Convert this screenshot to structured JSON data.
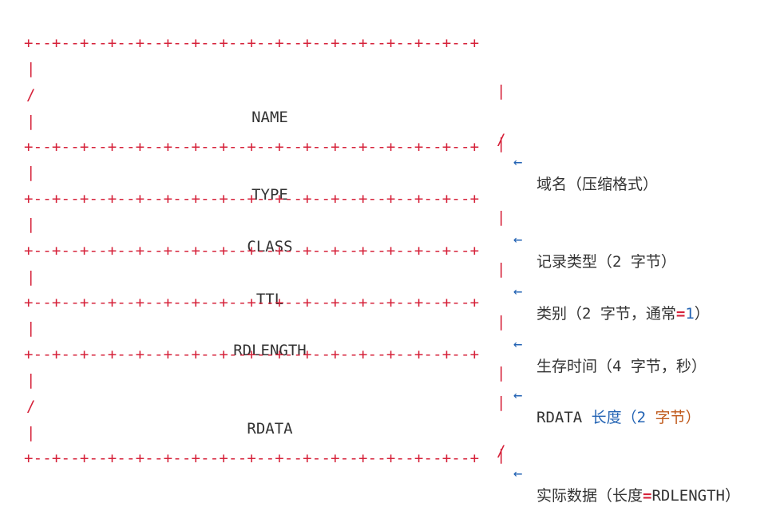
{
  "border": "+--+--+--+--+--+--+--+--+--+--+--+--+--+--+--+--+",
  "fields": {
    "name": "NAME",
    "type": "TYPE",
    "class": "CLASS",
    "ttl": "TTL",
    "rdlength": "RDLENGTH",
    "rdata": "RDATA"
  },
  "pipe": "|",
  "slash": "/",
  "arrow": "←",
  "notes": {
    "name": "域名（压缩格式）",
    "type": "记录类型（2 字节）",
    "class_prefix": "类别（2 字节，通常",
    "class_eq": "=",
    "class_value": "1",
    "class_suffix": "）",
    "ttl": "生存时间（4 字节，秒）",
    "rdlength_a": "RDATA ",
    "rdlength_b": "长度（",
    "rdlength_c": "2",
    "rdlength_d": " 字节）",
    "rdata_prefix": "实际数据（长度",
    "rdata_eq": "=",
    "rdata_suffix": "RDLENGTH）"
  },
  "colors": {
    "border": "#d6223a",
    "arrow": "#2464b4",
    "text": "#333333",
    "accent_orange": "#c05a1c"
  }
}
